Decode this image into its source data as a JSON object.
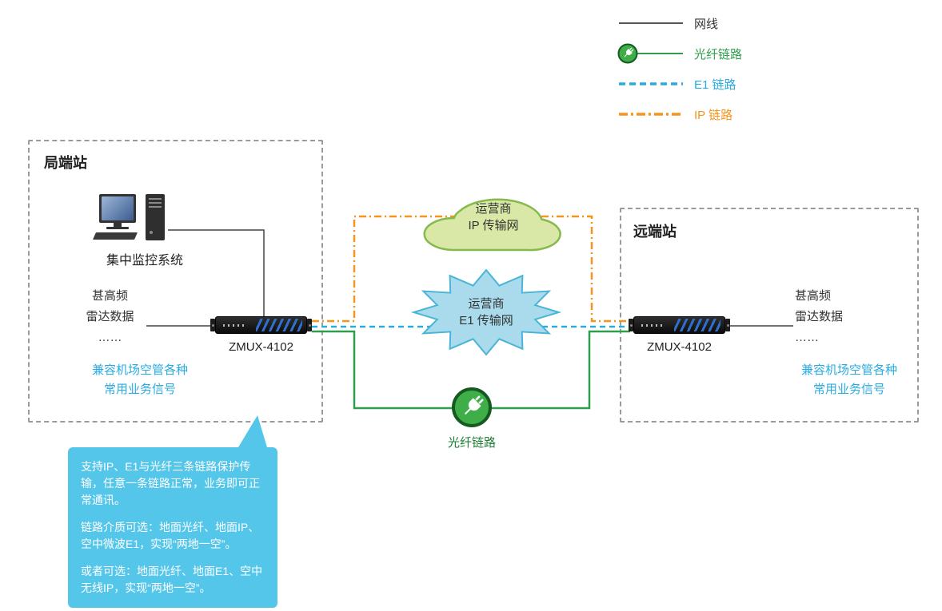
{
  "legend": {
    "items": [
      {
        "label": "网线",
        "type": "cable",
        "color": "#555555"
      },
      {
        "label": "光纤链路",
        "type": "fiber",
        "color": "#2e9e4a"
      },
      {
        "label": "E1 链路",
        "type": "e1",
        "color": "#29abe2"
      },
      {
        "label": "IP 链路",
        "type": "ip",
        "color": "#f7941d"
      }
    ]
  },
  "left_station": {
    "title": "局端站",
    "computer_label": "集中监控系统",
    "signals": [
      "甚高频",
      "雷达数据",
      "……"
    ],
    "device_label": "ZMUX-4102",
    "note_lines": [
      "兼容机场空管各种",
      "常用业务信号"
    ]
  },
  "right_station": {
    "title": "远端站",
    "signals": [
      "甚高频",
      "雷达数据",
      "……"
    ],
    "device_label": "ZMUX-4102",
    "note_lines": [
      "兼容机场空管各种",
      "常用业务信号"
    ]
  },
  "network": {
    "ip_cloud_lines": [
      "运营商",
      "IP 传输网"
    ],
    "e1_burst_lines": [
      "运营商",
      "E1 传输网"
    ],
    "fiber_label": "光纤链路"
  },
  "callout": {
    "paragraphs": [
      "支持IP、E1与光纤三条链路保护传输，任意一条链路正常，业务即可正常通讯。",
      "链路介质可选：地面光纤、地面IP、空中微波E1，实现“两地一空”。",
      "或者可选：地面光纤、地面E1、空中无线IP，实现“两地一空”。"
    ]
  },
  "colors": {
    "cable_line": "#555555",
    "fiber_line": "#2e9e4a",
    "e1_line": "#29abe2",
    "ip_line": "#f7941d",
    "cloud_fill": "#d9e8a6",
    "cloud_stroke": "#86b94e",
    "burst_fill": "#a9dbec",
    "burst_stroke": "#4ab5d6",
    "callout_bg": "#54c6ea",
    "note_text": "#29abe2"
  }
}
